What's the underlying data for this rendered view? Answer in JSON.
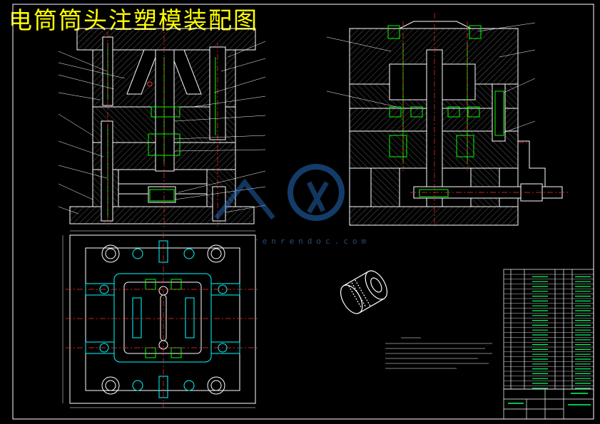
{
  "title": "电筒筒头注塑模装配图",
  "watermark": {
    "brand": "人人文库",
    "url": "renrendoc.com"
  },
  "colors": {
    "background": "#000000",
    "outline": "#ffffff",
    "title": "#ffff00",
    "centerline": "#ff3030",
    "hidden": "#00ffff",
    "detail": "#00ff00",
    "label": "#00ff66"
  }
}
